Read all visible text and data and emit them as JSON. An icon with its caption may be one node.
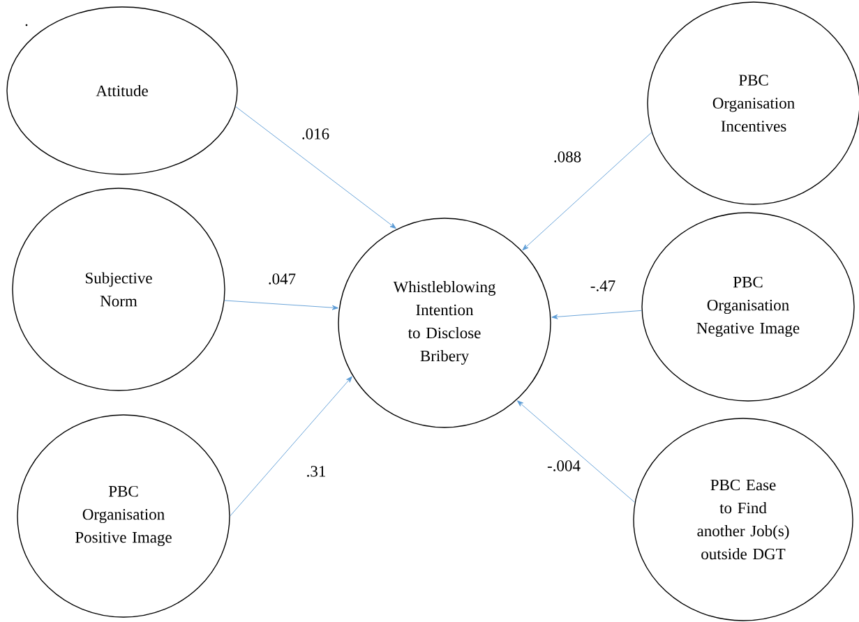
{
  "diagram": {
    "nodes": [
      {
        "text": [
          "Attitude"
        ]
      },
      {
        "text": [
          "Subjective Norm"
        ]
      },
      {
        "text": [
          "PBC Organisation Positive Image"
        ]
      },
      {
        "text": [
          "Whistleblowing Intention to Disclose Bribery"
        ]
      },
      {
        "text": [
          "PBC Organisation Incentives"
        ]
      },
      {
        "text": [
          "PBC Organisation Negative Image"
        ]
      },
      {
        "text": [
          "PBC Ease to Find another Job(s) outside DGT"
        ]
      }
    ],
    "edges": [
      {
        "from": 0,
        "to": 3,
        "arrow": "to",
        "label": ".016"
      },
      {
        "from": 1,
        "to": 3,
        "arrow": "to",
        "label": ".047"
      },
      {
        "from": 2,
        "to": 3,
        "arrow": "to",
        "label": ".31"
      },
      {
        "from": 4,
        "to": 3,
        "arrow": "to",
        "label": ".088"
      },
      {
        "from": 5,
        "to": 3,
        "arrow": "to",
        "label": "-.47"
      },
      {
        "from": 6,
        "to": 3,
        "arrow": "to",
        "label": "-.004"
      }
    ],
    "labels": [
      "."
    ]
  }
}
